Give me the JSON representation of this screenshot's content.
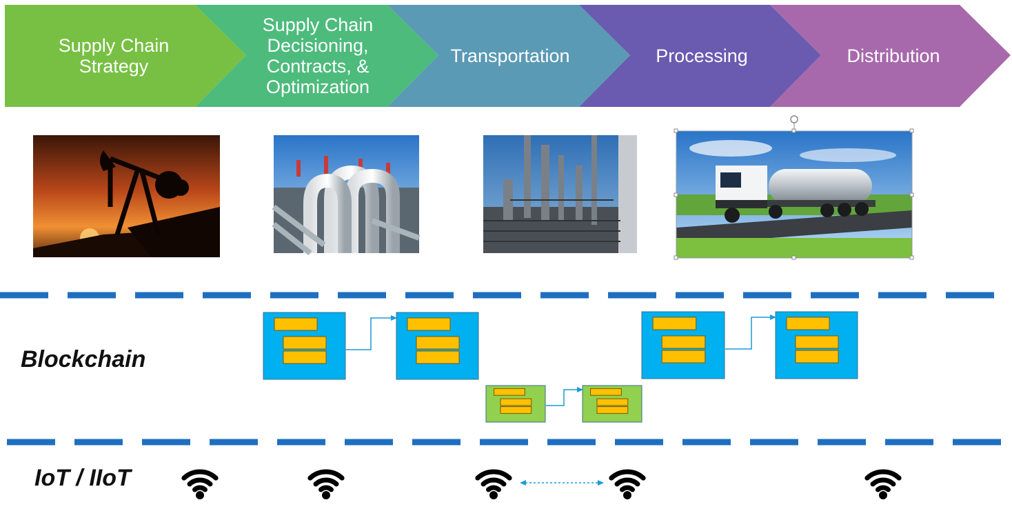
{
  "stages": [
    {
      "label": "Supply Chain\nStrategy",
      "color": "#77c043"
    },
    {
      "label": "Supply Chain\nDecisioning,\nContracts, &\nOptimization",
      "color": "#4dbb7c"
    },
    {
      "label": "Transportation",
      "color": "#5a9ab4"
    },
    {
      "label": "Processing",
      "color": "#6a5bb0"
    },
    {
      "label": "Distribution",
      "color": "#a769ab"
    }
  ],
  "photos": [
    "oil-pumpjack-sunset",
    "pipelines",
    "refinery",
    "tanker-truck"
  ],
  "layers": {
    "blockchain_label": "Blockchain",
    "iot_label": "IoT / IIoT"
  },
  "colors": {
    "divider": "#1f6fc0",
    "block_blue": "#00b0f0",
    "block_green": "#92d050",
    "record_yellow": "#ffc000",
    "arrow": "#1a9ad6"
  }
}
